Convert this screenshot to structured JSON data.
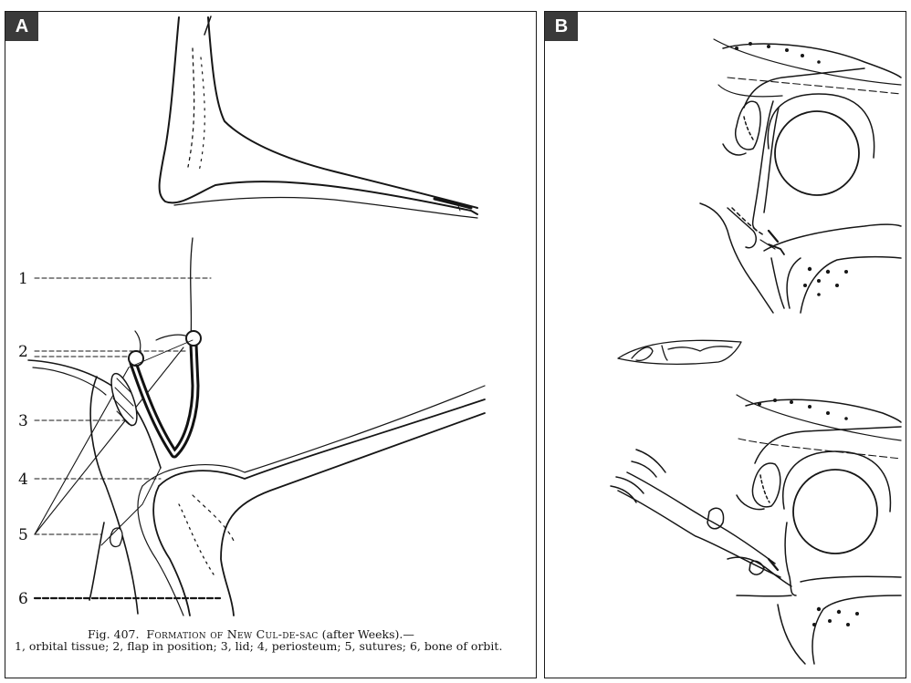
{
  "panel_a": {
    "tag": "A",
    "labels": [
      "1",
      "2",
      "3",
      "4",
      "5",
      "6"
    ],
    "caption": {
      "fig": "Fig. 407.",
      "title": "Formation of New Cul-de-sac",
      "after": "(after Weeks).—",
      "legend": "1, orbital tissue; 2, flap in position; 3, lid; 4, periosteum; 5, sutures; 6, bone of orbit."
    }
  },
  "panel_b": {
    "tag": "B"
  }
}
